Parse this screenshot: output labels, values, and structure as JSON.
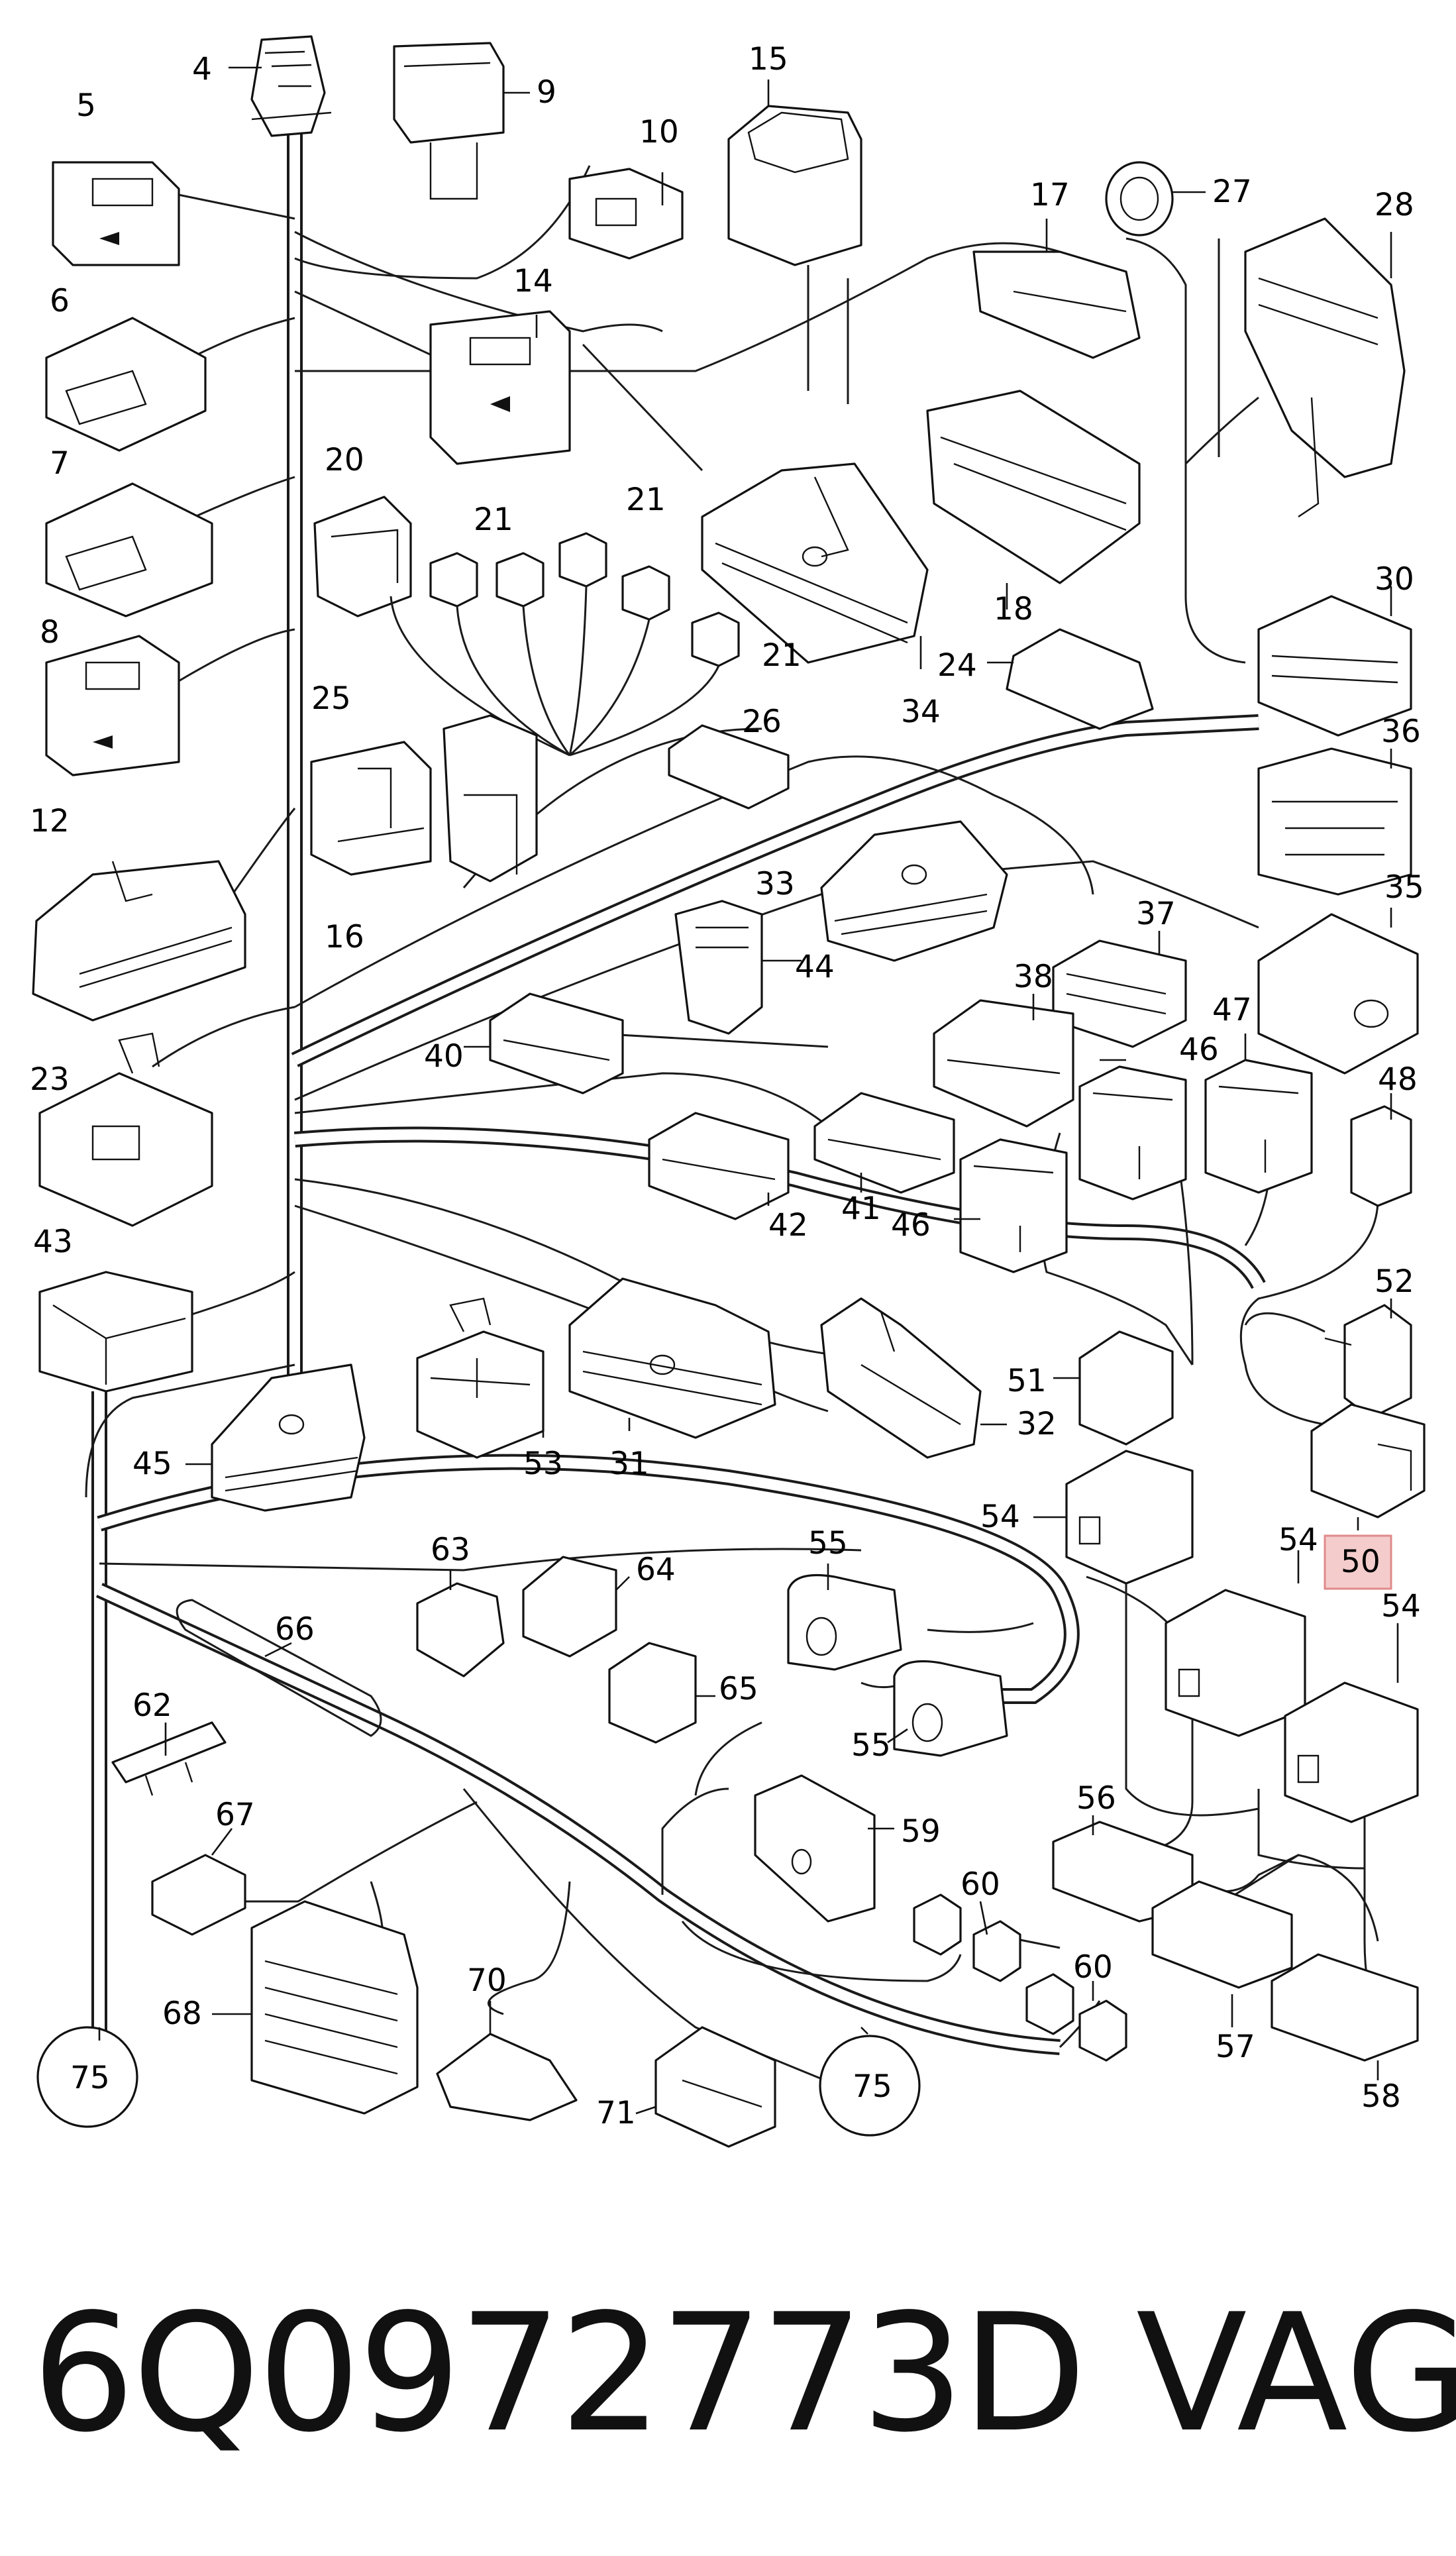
{
  "labels": {
    "l4": "4",
    "l5": "5",
    "l6": "6",
    "l7": "7",
    "l8": "8",
    "l9": "9",
    "l10": "10",
    "l12": "12",
    "l14": "14",
    "l15": "15",
    "l16": "16",
    "l17": "17",
    "l18": "18",
    "l20": "20",
    "l21a": "21",
    "l21b": "21",
    "l21c": "21",
    "l23": "23",
    "l24": "24",
    "l25": "25",
    "l26": "26",
    "l27": "27",
    "l28": "28",
    "l30": "30",
    "l31": "31",
    "l32": "32",
    "l33": "33",
    "l34": "34",
    "l35": "35",
    "l36": "36",
    "l37": "37",
    "l38": "38",
    "l40": "40",
    "l41": "41",
    "l42": "42",
    "l43": "43",
    "l44": "44",
    "l45": "45",
    "l46a": "46",
    "l46b": "46",
    "l47": "47",
    "l48": "48",
    "l50": "50",
    "l51": "51",
    "l52": "52",
    "l53": "53",
    "l54a": "54",
    "l54b": "54",
    "l54c": "54",
    "l55a": "55",
    "l55b": "55",
    "l56": "56",
    "l57": "57",
    "l58": "58",
    "l59": "59",
    "l60a": "60",
    "l60b": "60",
    "l62": "62",
    "l63": "63",
    "l64": "64",
    "l65": "65",
    "l66": "66",
    "l67": "67",
    "l68": "68",
    "l70": "70",
    "l71": "71",
    "l75a": "75",
    "l75b": "75"
  },
  "highlight_color": "#f4cccc",
  "highlight_border": "#e08a8a",
  "footer": {
    "part_number": "6Q0972773D",
    "brand": "VAG"
  }
}
